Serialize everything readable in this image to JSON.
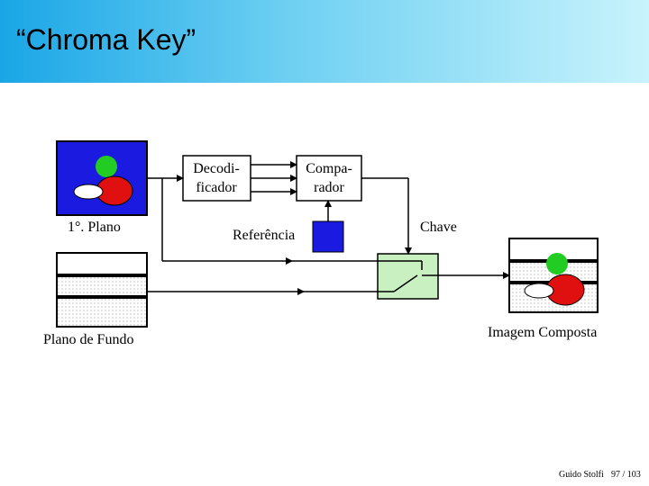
{
  "slide": {
    "title": "“Chroma Key”"
  },
  "diagram": {
    "foreground_label": "1°. Plano",
    "background_label": "Plano  de Fundo",
    "decoder_line1": "Decodi-",
    "decoder_line2": "ficador",
    "comparator_line1": "Compa-",
    "comparator_line2": "rador",
    "reference_label": "Referência",
    "key_label": "Chave",
    "composite_label": "Imagem Composta"
  },
  "colors": {
    "chroma_blue": "#1a1ae0",
    "green": "#22cc22",
    "red": "#e01010",
    "switch_green": "#c8f0c0"
  },
  "footer": {
    "author": "Guido Stolfi",
    "page": "97 / 103"
  }
}
